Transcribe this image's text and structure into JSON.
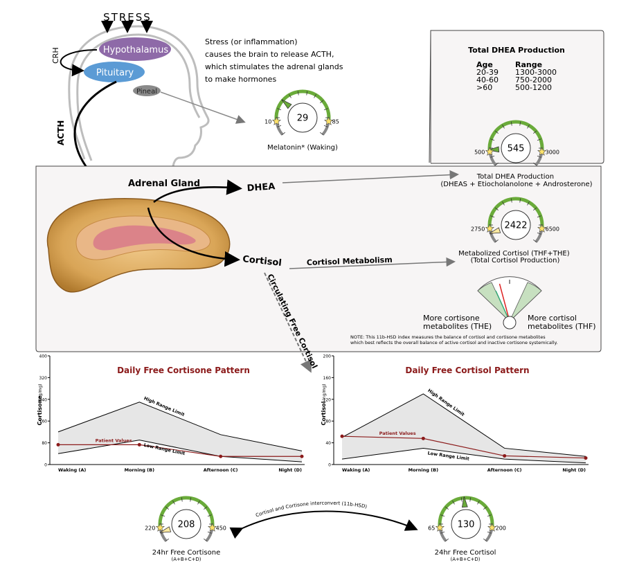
{
  "colors": {
    "hypothalamus": "#8e6aa8",
    "pituitary": "#5b9bd5",
    "pineal": "#8a8a8a",
    "gauge_green": "#6aab3a",
    "gauge_gray": "#888888",
    "patient": "#8b1a1a",
    "range_fill": "#e6e6e6",
    "box_fill": "#f7f5f5"
  },
  "stress": {
    "title": "STRESS",
    "crh": "CRH",
    "acth": "ACTH",
    "hypothalamus": "Hypothalamus",
    "pituitary": "Pituitary",
    "pineal": "Pineal",
    "text_lines": [
      "Stress (or inflammation)",
      "causes the brain to release ACTH,",
      "which stimulates the adrenal glands",
      "to make hormones"
    ]
  },
  "melatonin": {
    "value": "29",
    "low": "10",
    "high": "85",
    "label": "Melatonin* (Waking)",
    "fraction": 0.25
  },
  "dhea_table": {
    "title": "Total DHEA Production",
    "col_age": "Age",
    "col_range": "Range",
    "rows": [
      {
        "age": "20-39",
        "range": "1300-3000"
      },
      {
        "age": "40-60",
        "range": "750-2000"
      },
      {
        "age": ">60",
        "range": "500-1200"
      }
    ]
  },
  "dhea": {
    "value": "545",
    "low": "500",
    "high": "3000",
    "label_lines": [
      "Total DHEA Production",
      "(DHEAS + Etiocholanolone + Androsterone)"
    ],
    "fraction": 0.02
  },
  "adrenal": {
    "gland_label": "Adrenal Gland",
    "dhea_label": "DHEA",
    "cortisol_label": "Cortisol",
    "metabolism_label": "Cortisol Metabolism",
    "circulating_label": "Circulating Free Cortisol"
  },
  "metabolized": {
    "value": "2422",
    "low": "2750",
    "high": "6500",
    "label_lines": [
      "Metabolized Cortisol (THF+THE)",
      "(Total Cortisol Production)"
    ],
    "fraction": -0.05
  },
  "balance": {
    "left_lines": [
      "More cortisone",
      "metabolites (THE)"
    ],
    "right_lines": [
      "More cortisol",
      "metabolites (THF)"
    ],
    "note_lines": [
      "NOTE: This 11b-HSD index measures the balance of cortisol and cortisone metabolites",
      "which best reflects the overall balance of active cortisol and inactive cortisone systemically."
    ],
    "needle_level": 0.35
  },
  "cortisone_gauge": {
    "value": "208",
    "low": "220",
    "high": "450",
    "label": "24hr Free Cortisone",
    "sublabel": "(A+B+C+D)",
    "fraction": -0.05
  },
  "cortisol_gauge": {
    "value": "130",
    "low": "65",
    "high": "200",
    "label": "24hr Free Cortisol",
    "sublabel": "(A+B+C+D)",
    "fraction": 0.48
  },
  "interconvert_label": "Cortisol and Cortisone interconvert (11b-HSD)",
  "chart_data": [
    {
      "type": "line",
      "title": "Daily Free Cortisone Pattern",
      "ylabel": "Cortisone",
      "yunit": "(ng/mg)",
      "categories": [
        "Waking (A)",
        "Morning (B)",
        "Afternoon (C)",
        "Night (D)"
      ],
      "ylim": [
        0,
        400
      ],
      "yticks": [
        0,
        80,
        160,
        240,
        320,
        400
      ],
      "series": [
        {
          "name": "High Range Limit",
          "values": [
            120,
            230,
            110,
            50
          ]
        },
        {
          "name": "Low Range Limit",
          "values": [
            40,
            90,
            30,
            10
          ]
        },
        {
          "name": "Patient Values",
          "values": [
            73,
            73,
            30,
            30
          ]
        }
      ]
    },
    {
      "type": "line",
      "title": "Daily Free Cortisol Pattern",
      "ylabel": "Cortisol",
      "yunit": "(ng/mg)",
      "categories": [
        "Waking (A)",
        "Morning (B)",
        "Afternoon (C)",
        "Night (D)"
      ],
      "ylim": [
        0,
        200
      ],
      "yticks": [
        0,
        40,
        80,
        120,
        160,
        200
      ],
      "series": [
        {
          "name": "High Range Limit",
          "values": [
            50,
            130,
            30,
            15
          ]
        },
        {
          "name": "Low Range Limit",
          "values": [
            10,
            30,
            10,
            3
          ]
        },
        {
          "name": "Patient Values",
          "values": [
            52,
            48,
            16,
            12
          ]
        }
      ]
    }
  ]
}
